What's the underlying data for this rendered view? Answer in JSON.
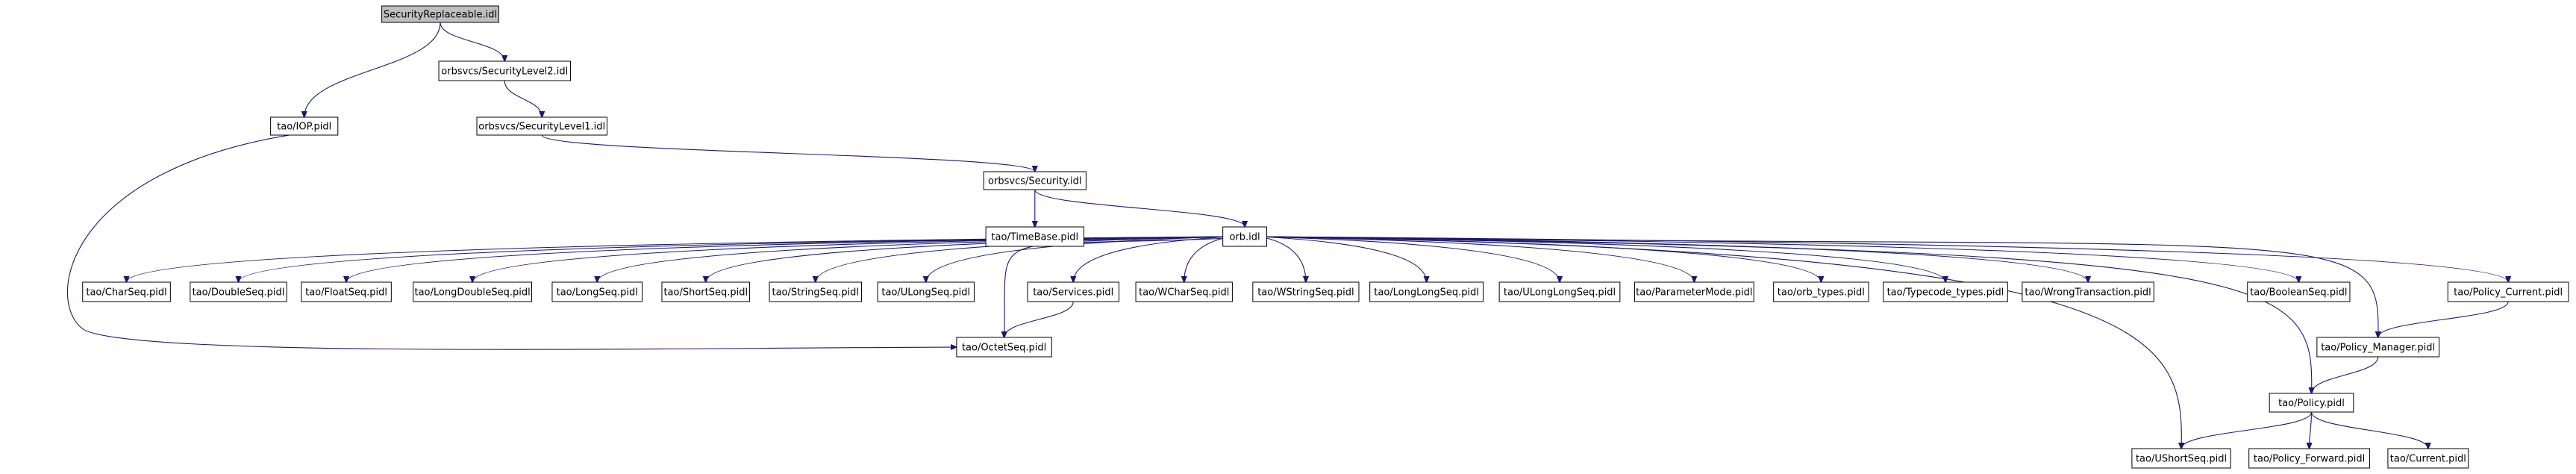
{
  "diagram": {
    "kind": "include-dependency-graph",
    "edge_color": "#191970",
    "root_fill": "#bfbfbf",
    "node_fill": "#ffffff",
    "nodes": [
      {
        "id": "root",
        "label": "SecurityReplaceable.idl"
      },
      {
        "id": "seclevel2",
        "label": "orbsvcs/SecurityLevel2.idl"
      },
      {
        "id": "iop",
        "label": "tao/IOP.pidl"
      },
      {
        "id": "seclevel1",
        "label": "orbsvcs/SecurityLevel1.idl"
      },
      {
        "id": "security",
        "label": "orbsvcs/Security.idl"
      },
      {
        "id": "timebase",
        "label": "tao/TimeBase.pidl"
      },
      {
        "id": "orb",
        "label": "orb.idl"
      },
      {
        "id": "charseq",
        "label": "tao/CharSeq.pidl"
      },
      {
        "id": "doubleseq",
        "label": "tao/DoubleSeq.pidl"
      },
      {
        "id": "floatseq",
        "label": "tao/FloatSeq.pidl"
      },
      {
        "id": "longdoubleseq",
        "label": "tao/LongDoubleSeq.pidl"
      },
      {
        "id": "longseq",
        "label": "tao/LongSeq.pidl"
      },
      {
        "id": "shortseq",
        "label": "tao/ShortSeq.pidl"
      },
      {
        "id": "stringseq",
        "label": "tao/StringSeq.pidl"
      },
      {
        "id": "ulongseq",
        "label": "tao/ULongSeq.pidl"
      },
      {
        "id": "services",
        "label": "tao/Services.pidl"
      },
      {
        "id": "wcharseq",
        "label": "tao/WCharSeq.pidl"
      },
      {
        "id": "wstringseq",
        "label": "tao/WStringSeq.pidl"
      },
      {
        "id": "longlongseq",
        "label": "tao/LongLongSeq.pidl"
      },
      {
        "id": "ulonglongseq",
        "label": "tao/ULongLongSeq.pidl"
      },
      {
        "id": "parametermode",
        "label": "tao/ParameterMode.pidl"
      },
      {
        "id": "orbtypes",
        "label": "tao/orb_types.pidl"
      },
      {
        "id": "typecodetypes",
        "label": "tao/Typecode_types.pidl"
      },
      {
        "id": "wrongtransaction",
        "label": "tao/WrongTransaction.pidl"
      },
      {
        "id": "booleanseq",
        "label": "tao/BooleanSeq.pidl"
      },
      {
        "id": "policycurrent",
        "label": "tao/Policy_Current.pidl"
      },
      {
        "id": "octetseq",
        "label": "tao/OctetSeq.pidl"
      },
      {
        "id": "policymanager",
        "label": "tao/Policy_Manager.pidl"
      },
      {
        "id": "policy",
        "label": "tao/Policy.pidl"
      },
      {
        "id": "ushortseq",
        "label": "tao/UShortSeq.pidl"
      },
      {
        "id": "policyforward",
        "label": "tao/Policy_Forward.pidl"
      },
      {
        "id": "current",
        "label": "tao/Current.pidl"
      }
    ],
    "edges": [
      [
        "root",
        "seclevel2"
      ],
      [
        "root",
        "iop"
      ],
      [
        "seclevel2",
        "seclevel1"
      ],
      [
        "seclevel1",
        "security"
      ],
      [
        "security",
        "timebase"
      ],
      [
        "security",
        "orb"
      ],
      [
        "iop",
        "octetseq"
      ],
      [
        "orb",
        "charseq"
      ],
      [
        "orb",
        "doubleseq"
      ],
      [
        "orb",
        "floatseq"
      ],
      [
        "orb",
        "longdoubleseq"
      ],
      [
        "orb",
        "longseq"
      ],
      [
        "orb",
        "shortseq"
      ],
      [
        "orb",
        "stringseq"
      ],
      [
        "orb",
        "ulongseq"
      ],
      [
        "orb",
        "services"
      ],
      [
        "orb",
        "wcharseq"
      ],
      [
        "orb",
        "wstringseq"
      ],
      [
        "orb",
        "longlongseq"
      ],
      [
        "orb",
        "ulonglongseq"
      ],
      [
        "orb",
        "parametermode"
      ],
      [
        "orb",
        "orbtypes"
      ],
      [
        "orb",
        "typecodetypes"
      ],
      [
        "orb",
        "wrongtransaction"
      ],
      [
        "orb",
        "booleanseq"
      ],
      [
        "orb",
        "policycurrent"
      ],
      [
        "orb",
        "policymanager"
      ],
      [
        "orb",
        "policy"
      ],
      [
        "orb",
        "ushortseq"
      ],
      [
        "orb",
        "octetseq"
      ],
      [
        "services",
        "octetseq"
      ],
      [
        "policycurrent",
        "policymanager"
      ],
      [
        "policymanager",
        "policy"
      ],
      [
        "policy",
        "ushortseq"
      ],
      [
        "policy",
        "policyforward"
      ],
      [
        "policy",
        "current"
      ]
    ]
  }
}
